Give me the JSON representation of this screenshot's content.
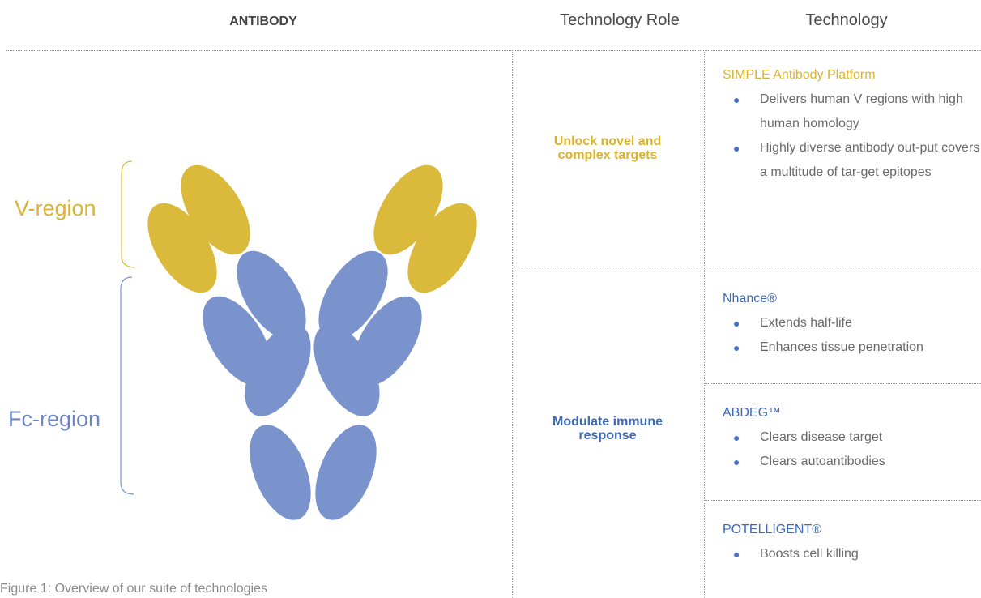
{
  "header": {
    "antibody": "ANTIBODY",
    "role": "Technology Role",
    "technology": "Technology"
  },
  "diagram": {
    "v_region_label": "V-region",
    "fc_region_label": "Fc-region",
    "colors": {
      "v_region": "#dbb93a",
      "fc_region": "#7b93cc"
    }
  },
  "roles": [
    {
      "label": "Unlock novel and complex targets",
      "line1": "Unlock novel and",
      "line2": "complex targets",
      "color": "#dbb22c"
    },
    {
      "label": "Modulate immune response",
      "line1": "Modulate immune",
      "line2": "response",
      "color": "#3d69b8"
    }
  ],
  "technologies": [
    {
      "name": "SIMPLE Antibody Platform",
      "bullets": [
        "Delivers human V regions with high human homology",
        "Highly diverse antibody out-put covers a multitude of tar-get epitopes"
      ]
    },
    {
      "name": "Nhance®",
      "bullets": [
        "Extends half-life",
        "Enhances tissue penetration"
      ]
    },
    {
      "name": "ABDEG™",
      "bullets": [
        "Clears disease target",
        "Clears autoantibodies"
      ]
    },
    {
      "name": "POTELLIGENT®",
      "bullets": [
        "Boosts cell killing"
      ]
    }
  ],
  "caption": "Figure 1: Overview of our suite of technologies"
}
